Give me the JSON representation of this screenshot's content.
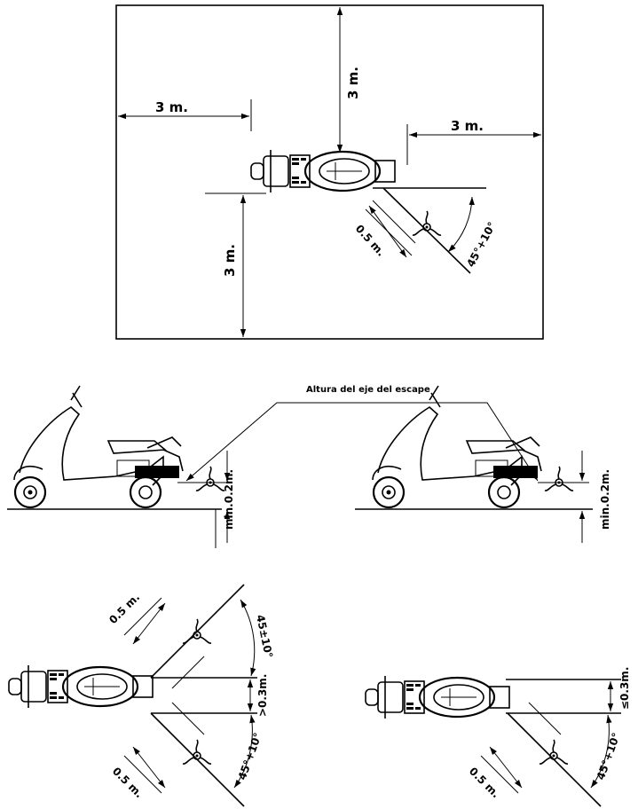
{
  "top": {
    "dim_left": "3 m.",
    "dim_top": "3 m.",
    "dim_right": "3 m.",
    "dim_bottom": "3 m.",
    "dim_probe": "0.5 m.",
    "angle": "45°+10°"
  },
  "middle": {
    "caption": "Altura del eje del escape",
    "min_left": "min.0.2m.",
    "min_right": "min.0.2m."
  },
  "bottom": {
    "left": {
      "dim_upper": "0.5 m.",
      "dim_lower": "0.5 m.",
      "angle_upper": "45±10°",
      "angle_lower": "45°+10°",
      "gap": ">0.3m."
    },
    "right": {
      "dim_lower": "0.5 m.",
      "angle_lower": "45°+10°",
      "gap": "≤0.3m."
    }
  }
}
